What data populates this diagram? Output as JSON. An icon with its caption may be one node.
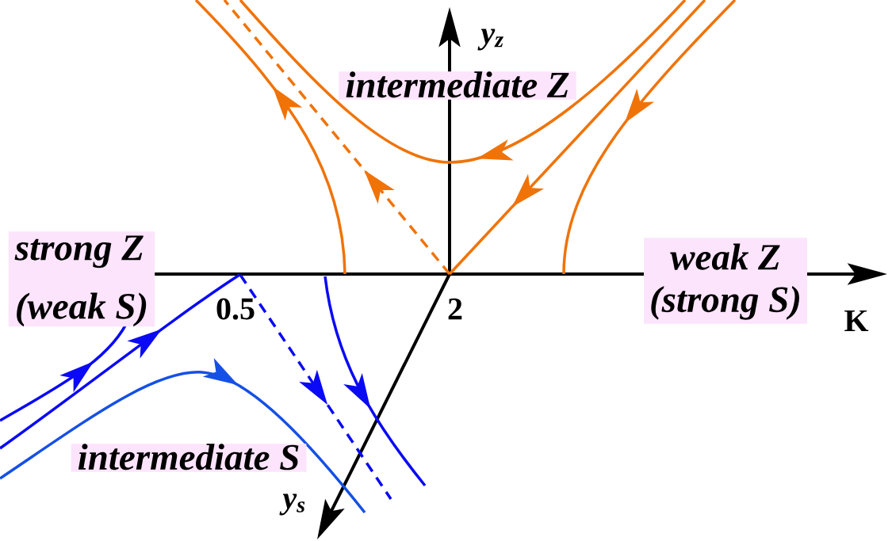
{
  "diagram": {
    "nodes": [
      {
        "text": [
          "intermediate Z"
        ]
      },
      {
        "text": [
          "strong Z",
          "(weak S)"
        ]
      },
      {
        "text": [
          "weak Z",
          "(strong S)"
        ]
      },
      {
        "text": [
          "intermediate S"
        ]
      }
    ],
    "labels": [
      "y$_{z}$",
      "0.5",
      "2",
      "K",
      "y$_{s}$"
    ]
  }
}
